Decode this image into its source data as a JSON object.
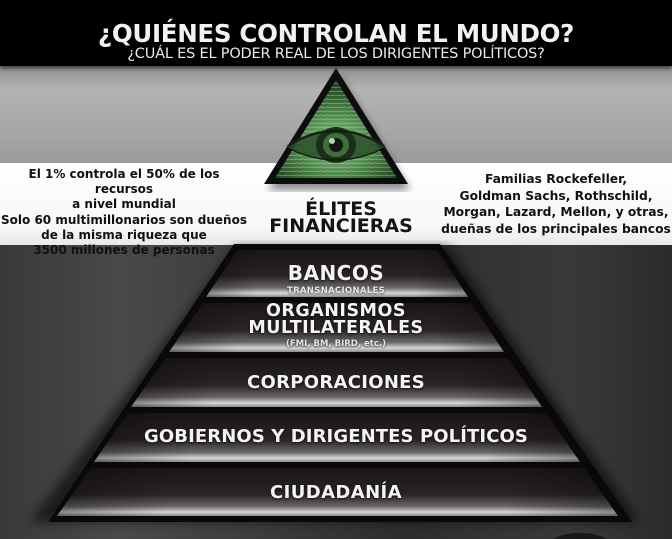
{
  "header": {
    "title": "¿QUIÉNES CONTROLAN EL MUNDO?",
    "subtitle": "¿CUÁL ES EL PODER REAL DE LOS DIRIGENTES POLÍTICOS?"
  },
  "apex": {
    "icon": "all-seeing-eye-icon",
    "label_line1": "ÉLITES",
    "label_line2": "FINANCIERAS",
    "eye_color": "#3f7a3a"
  },
  "stats_left": {
    "lines": [
      "El 1% controla el 50% de los recursos",
      "a nivel mundial",
      "Solo 60 multimillonarios son dueños",
      "de la misma riqueza que",
      "3500 millones de personas"
    ]
  },
  "stats_right": {
    "lines": [
      "Familias Rockefeller,",
      "Goldman Sachs, Rothschild,",
      "Morgan, Lazard, Mellon, y otras,",
      "dueñas de los principales bancos"
    ]
  },
  "tiers": [
    {
      "label": "BANCOS",
      "sublabel": "TRANSNACIONALES"
    },
    {
      "label_line1": "ORGANISMOS",
      "label_line2": "MULTILATERALES",
      "sublabel": "(FMI, BM, BIRD, etc.)"
    },
    {
      "label": "CORPORACIONES"
    },
    {
      "label": "GOBIERNOS Y DIRIGENTES POLÍTICOS"
    },
    {
      "label": "CIUDADANÍA"
    }
  ]
}
